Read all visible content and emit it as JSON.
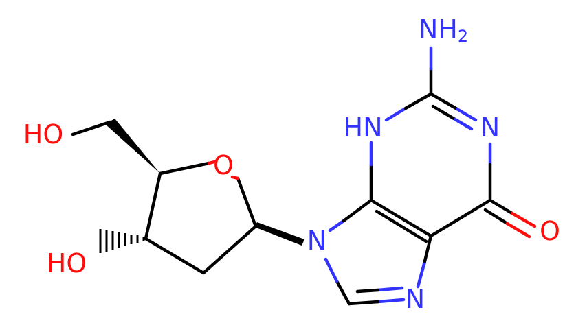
{
  "colors": {
    "bond": "#000000",
    "nitrogen": "#3333ff",
    "oxygen": "#ff0d0d",
    "background": "#ffffff"
  },
  "atoms": {
    "ho_top": "HO",
    "ho_bottom": "HO",
    "o_ring": "O",
    "n9": "N",
    "n3h": "HN",
    "n1": "N",
    "n7": "N",
    "o_carbonyl": "O",
    "nh2_main": "NH",
    "nh2_sub": "2"
  }
}
